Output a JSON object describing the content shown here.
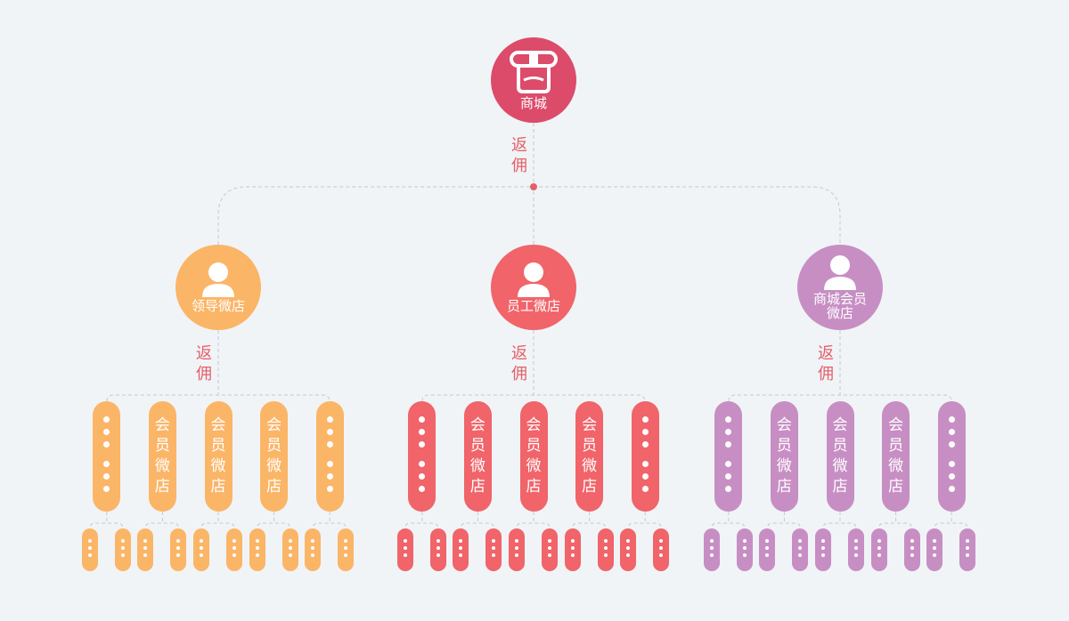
{
  "root": {
    "label": "商城",
    "color": "#dc4b6a",
    "icon": "shop-icon"
  },
  "rebate_label": [
    "返",
    "佣"
  ],
  "branches": [
    {
      "id": "leader",
      "lines": [
        "领导微店"
      ],
      "color": "#fbb567",
      "icon": "user-icon"
    },
    {
      "id": "employee",
      "lines": [
        "员工微店"
      ],
      "color": "#f0646a",
      "icon": "user-icon"
    },
    {
      "id": "member",
      "lines": [
        "商城会员",
        "微店"
      ],
      "color": "#c78ec4",
      "icon": "user-icon"
    }
  ],
  "member_shop_label": [
    "会",
    "员",
    "微",
    "店"
  ],
  "dot_pill_positions": [
    1,
    5
  ],
  "children_per_branch": 5,
  "mini_per_pill": 2
}
